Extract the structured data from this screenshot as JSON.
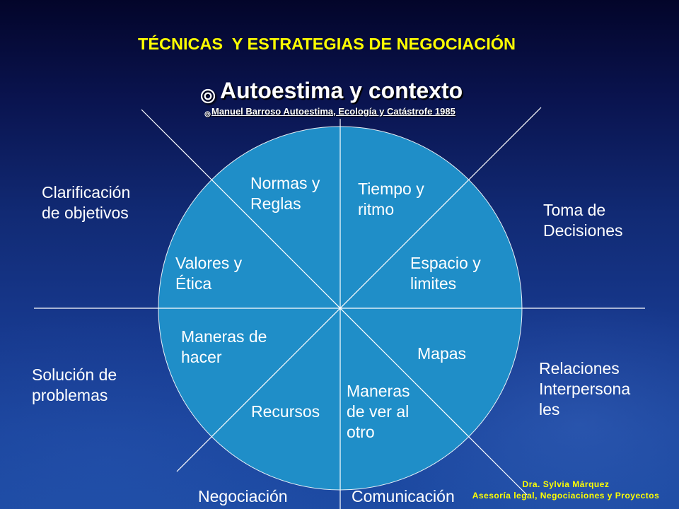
{
  "slide": {
    "title": "TÉCNICAS  Y ESTRATEGIAS DE NEGOCIACIÓN",
    "subtitle": "Autoestima y contexto",
    "subtitle_bullet_icon": "bullseye-icon",
    "citation": "Manuel Barroso Autoestima, Ecología y Catástrofe 1985",
    "citation_bullet_icon": "bullseye-icon"
  },
  "wheel": {
    "inner_labels": {
      "normas": [
        "Normas y",
        "Reglas"
      ],
      "tiempo": [
        "Tiempo y",
        "ritmo"
      ],
      "valores": [
        "Valores y",
        "Ética"
      ],
      "espacio": [
        "Espacio y",
        "limites"
      ],
      "maneras_hacer": [
        "Maneras de",
        "hacer"
      ],
      "mapas": [
        "Mapas"
      ],
      "recursos": [
        "Recursos"
      ],
      "maneras_ver": [
        "Maneras",
        "de ver al",
        "otro"
      ]
    },
    "outer_labels": {
      "clarificacion": [
        "Clarificación",
        "de objetivos"
      ],
      "toma_decisiones": [
        "Toma de",
        "Decisiones"
      ],
      "solucion_problemas": [
        "Solución de",
        "problemas"
      ],
      "relaciones": [
        "Relaciones",
        "Interpersona",
        "les"
      ],
      "negociacion": [
        "Negociación"
      ],
      "comunicacion": [
        "Comunicación"
      ]
    }
  },
  "footer": {
    "author": "Dra. Sylvia Márquez",
    "role": "Asesoría legal, Negociaciones y Proyectos"
  },
  "colors": {
    "title": "#ffff00",
    "circle_fill": "#1f8ec8",
    "lines": "#ffffff",
    "label_text": "#ffffff",
    "footer": "#ffff00"
  }
}
